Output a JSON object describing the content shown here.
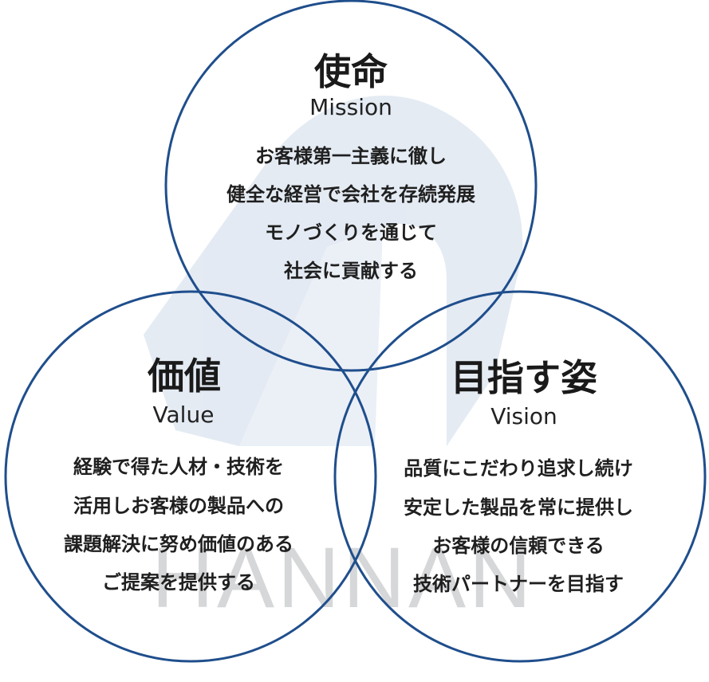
{
  "watermark": {
    "text": "HANNAN",
    "logo_color": "#dfe7f1",
    "text_color": "#d6d7d9"
  },
  "colors": {
    "circle_stroke": "#1f4e8c",
    "text": "#1f1f1f"
  },
  "mission": {
    "title": "使命",
    "subtitle": "Mission",
    "lines": [
      "お客様第一主義に徹し",
      "健全な経営で会社を存続発展",
      "モノづくりを通じて",
      "社会に貢献する"
    ]
  },
  "value": {
    "title": "価値",
    "subtitle": "Value",
    "lines": [
      "経験で得た人材・技術を",
      "活用しお客様の製品への",
      "課題解決に努め価値のある",
      "ご提案を提供する"
    ]
  },
  "vision": {
    "title": "目指す姿",
    "subtitle": "Vision",
    "lines": [
      "品質にこだわり追求し続け",
      "安定した製品を常に提供し",
      "お客様の信頼できる",
      "技術パートナーを目指す"
    ]
  }
}
